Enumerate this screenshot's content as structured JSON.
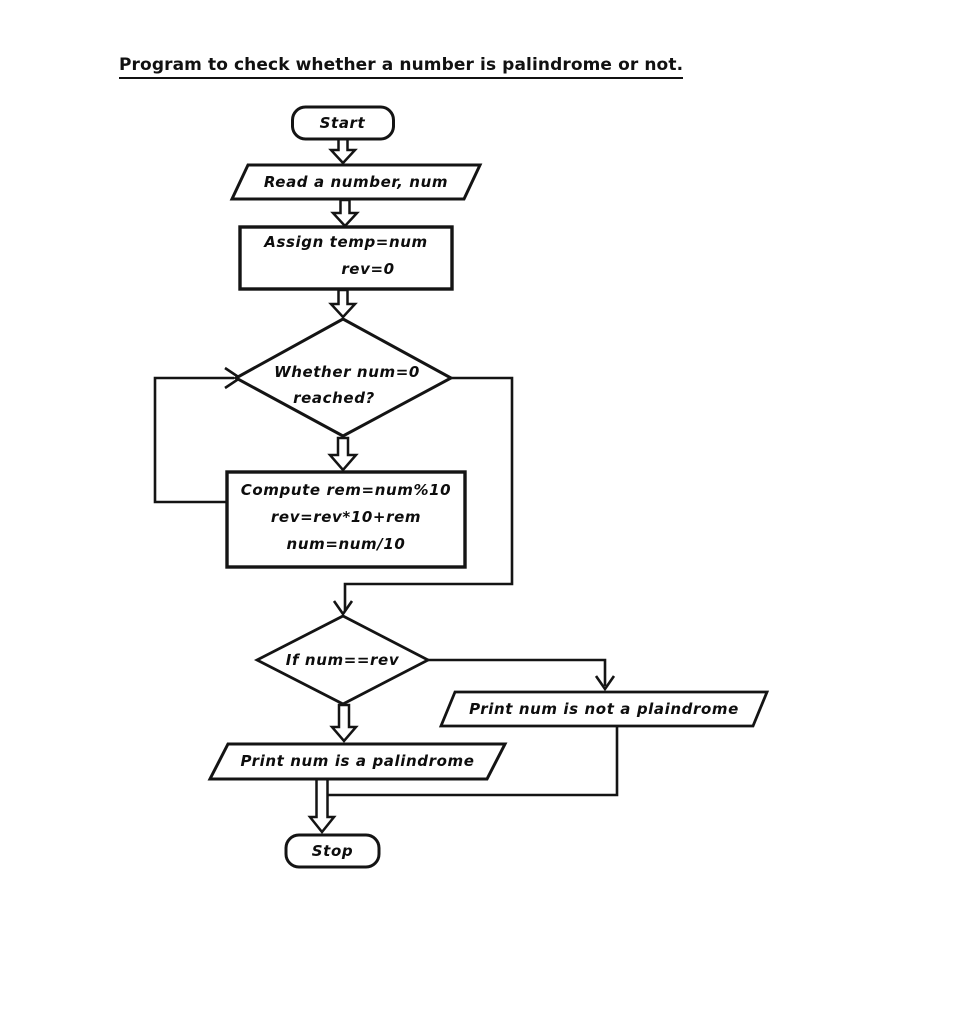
{
  "title": "Program to check whether a number is palindrome or not.",
  "colors": {
    "stroke": "#141414",
    "background": "#ffffff"
  },
  "nodes": {
    "start": {
      "label": "Start"
    },
    "read_input": {
      "label": "Read a number, num"
    },
    "assign": {
      "line1": "Assign temp=num",
      "line2": "rev=0"
    },
    "loop_decision": {
      "line1": "Whether num=0",
      "line2": "reached?"
    },
    "compute": {
      "line1": "Compute rem=num%10",
      "line2": "rev=rev*10+rem",
      "line3": "num=num/10"
    },
    "palindrome_decision": {
      "label": "If num==rev"
    },
    "print_not_palindrome": {
      "label": "Print num is not a plaindrome"
    },
    "print_palindrome": {
      "label": "Print num is a palindrome"
    },
    "stop": {
      "label": "Stop"
    }
  }
}
